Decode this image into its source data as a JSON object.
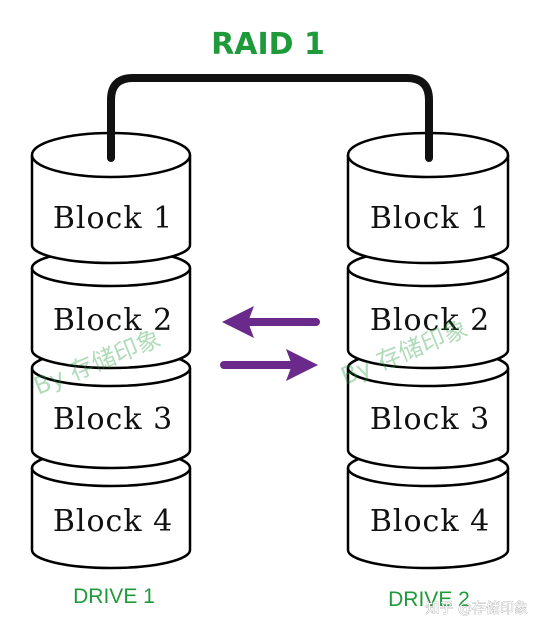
{
  "title": "RAID 1",
  "colors": {
    "title": "#1f9a3a",
    "arrow": "#6a2a8c",
    "outline": "#000000",
    "connector": "#111111"
  },
  "drives": [
    {
      "label": "DRIVE 1",
      "blocks": [
        "Block 1",
        "Block 2",
        "Block 3",
        "Block 4"
      ]
    },
    {
      "label": "DRIVE 2",
      "blocks": [
        "Block 1",
        "Block 2",
        "Block 3",
        "Block 4"
      ]
    }
  ],
  "watermarks": [
    "By 存储印象",
    "By 存储印象"
  ],
  "corner_watermark": "知乎 @存储印象"
}
